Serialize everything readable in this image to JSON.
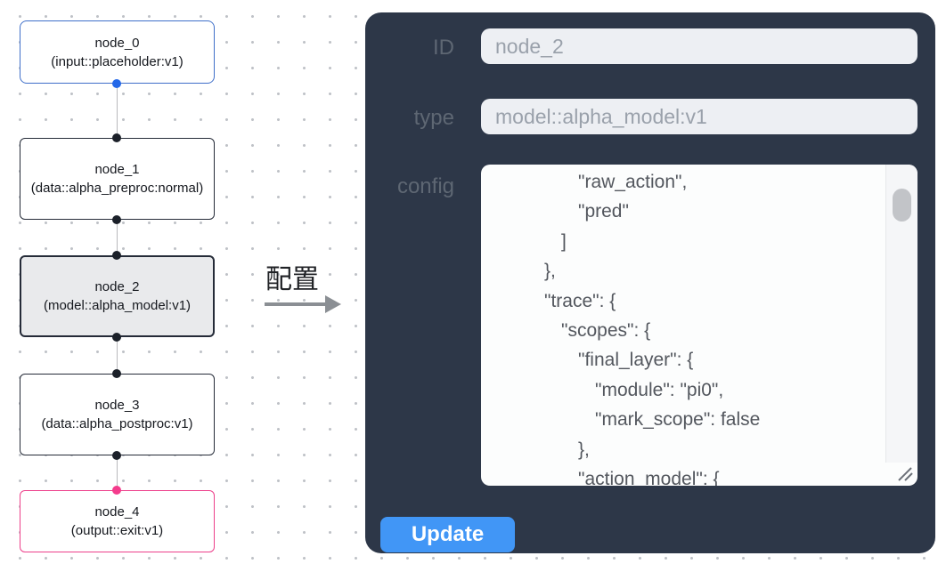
{
  "graph": {
    "nodes": [
      {
        "name": "node_0",
        "type": "(input::placeholder:v1)"
      },
      {
        "name": "node_1",
        "type": "(data::alpha_preproc:normal)"
      },
      {
        "name": "node_2",
        "type": "(model::alpha_model:v1)"
      },
      {
        "name": "node_3",
        "type": "(data::alpha_postproc:v1)"
      },
      {
        "name": "node_4",
        "type": "(output::exit:v1)"
      }
    ]
  },
  "transition": {
    "label": "配置"
  },
  "panel": {
    "fields": [
      {
        "label": "ID",
        "value": "node_2"
      },
      {
        "label": "type",
        "value": "model::alpha_model:v1"
      }
    ],
    "config": {
      "label": "config",
      "lines": [
        {
          "indent": 2,
          "text": "\"raw_action\","
        },
        {
          "indent": 2,
          "text": "\"pred\""
        },
        {
          "indent": 1,
          "text": "]"
        },
        {
          "indent": 0,
          "text": "},"
        },
        {
          "indent": 0,
          "text": "\"trace\": {"
        },
        {
          "indent": 1,
          "text": "\"scopes\": {"
        },
        {
          "indent": 2,
          "text": "\"final_layer\": {"
        },
        {
          "indent": 3,
          "text": "\"module\": \"pi0\","
        },
        {
          "indent": 3,
          "text": "\"mark_scope\": false"
        },
        {
          "indent": 2,
          "text": "},"
        },
        {
          "indent": 2,
          "text": "\"action_model\": {"
        }
      ]
    },
    "update_button": "Update"
  },
  "colors": {
    "panel_bg": "#2d3748",
    "node_default_border": "#252b38",
    "node_input_border": "#3f6fc9",
    "node_output_border": "#ed3f8a",
    "port_blue": "#2468e8",
    "port_dark": "#1b2029",
    "port_pink": "#f43b8c",
    "selected_node_bg": "#e9eaec",
    "button_blue": "#4196f6",
    "field_bg": "#edeff3"
  }
}
